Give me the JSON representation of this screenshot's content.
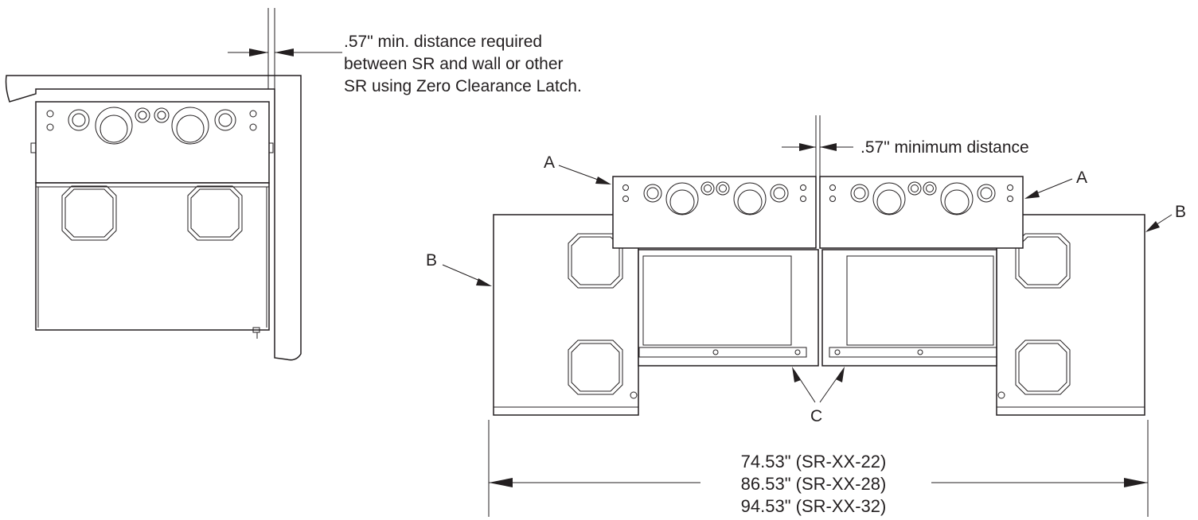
{
  "left_note": {
    "line1": ".57\" min. distance required",
    "line2": "between SR and wall or other",
    "line3": "SR using Zero Clearance Latch."
  },
  "right_note": ".57\" minimum distance",
  "callouts": {
    "a_left": "A",
    "a_right": "A",
    "b_left": "B",
    "b_right": "B",
    "c": "C"
  },
  "dimension": {
    "line1": "74.53\" (SR-XX-22)",
    "line2": "86.53\" (SR-XX-28)",
    "line3": "94.53\" (SR-XX-32)"
  },
  "colors": {
    "ink": "#231f20",
    "background": "#ffffff"
  }
}
